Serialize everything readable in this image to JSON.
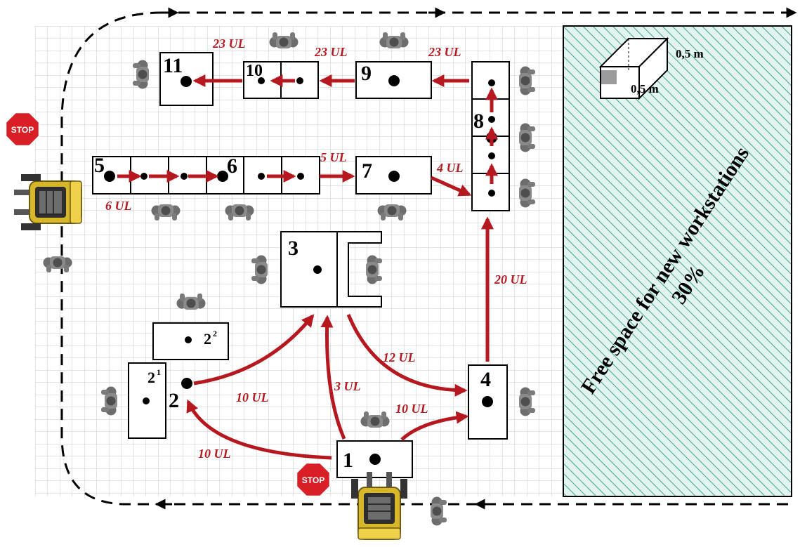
{
  "stations": {
    "s1": "1",
    "s2": "2",
    "s2_1": "2",
    "s2_1_sup": "1",
    "s2_2": "2",
    "s2_2_sup": "2",
    "s3": "3",
    "s4": "4",
    "s5": "5",
    "s6": "6",
    "s7": "7",
    "s8": "8",
    "s9": "9",
    "s10": "10",
    "s11": "11"
  },
  "flows": {
    "f_1_2": "10 UL",
    "f_2_3": "10 UL",
    "f_1_3": "3 UL",
    "f_3_4": "12 UL",
    "f_1_4": "10 UL",
    "f_4_8": "20 UL",
    "f_7_8": "4 UL",
    "f_6_7": "5 UL",
    "f_5_6": "6 UL",
    "f_8_9": "23 UL",
    "f_9_10": "23 UL",
    "f_10_11": "23 UL"
  },
  "free_space": {
    "line1": "Free space for new workstations",
    "line2": "30%"
  },
  "dimensions": {
    "width": "0,5 m",
    "depth": "0,5 m"
  },
  "stop_signs": {
    "left": "STOP",
    "bottom": "STOP"
  },
  "colors": {
    "flow": "#b5191f",
    "hatch": "#3aa890",
    "hatch_bg": "#e3f3ef",
    "grid": "#c9c9c9"
  }
}
